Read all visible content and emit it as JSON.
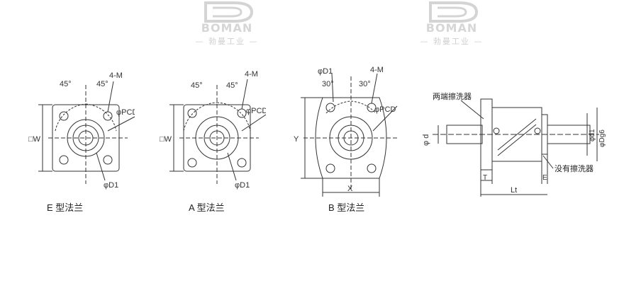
{
  "watermarks": [
    {
      "brand": "BOMAN",
      "sub": "— 勃曼工业 —"
    },
    {
      "brand": "BOMAN",
      "sub": "— 勃曼工业 —"
    }
  ],
  "captions": {
    "e": "E 型法兰",
    "a": "A 型法兰",
    "b": "B 型法兰"
  },
  "labels": {
    "angle45": "45°",
    "angle30": "30°",
    "holes": "4-M",
    "pcd": "φPCD",
    "d1": "φD1",
    "w": "□W",
    "y": "Y",
    "x": "X",
    "d": "φ d",
    "d1v": "φd1",
    "dg6": "φDg6",
    "t": "T",
    "e": "E",
    "lt": "Lt",
    "both_wipers": "两端擦洗器",
    "no_wiper": "没有擦洗器"
  }
}
